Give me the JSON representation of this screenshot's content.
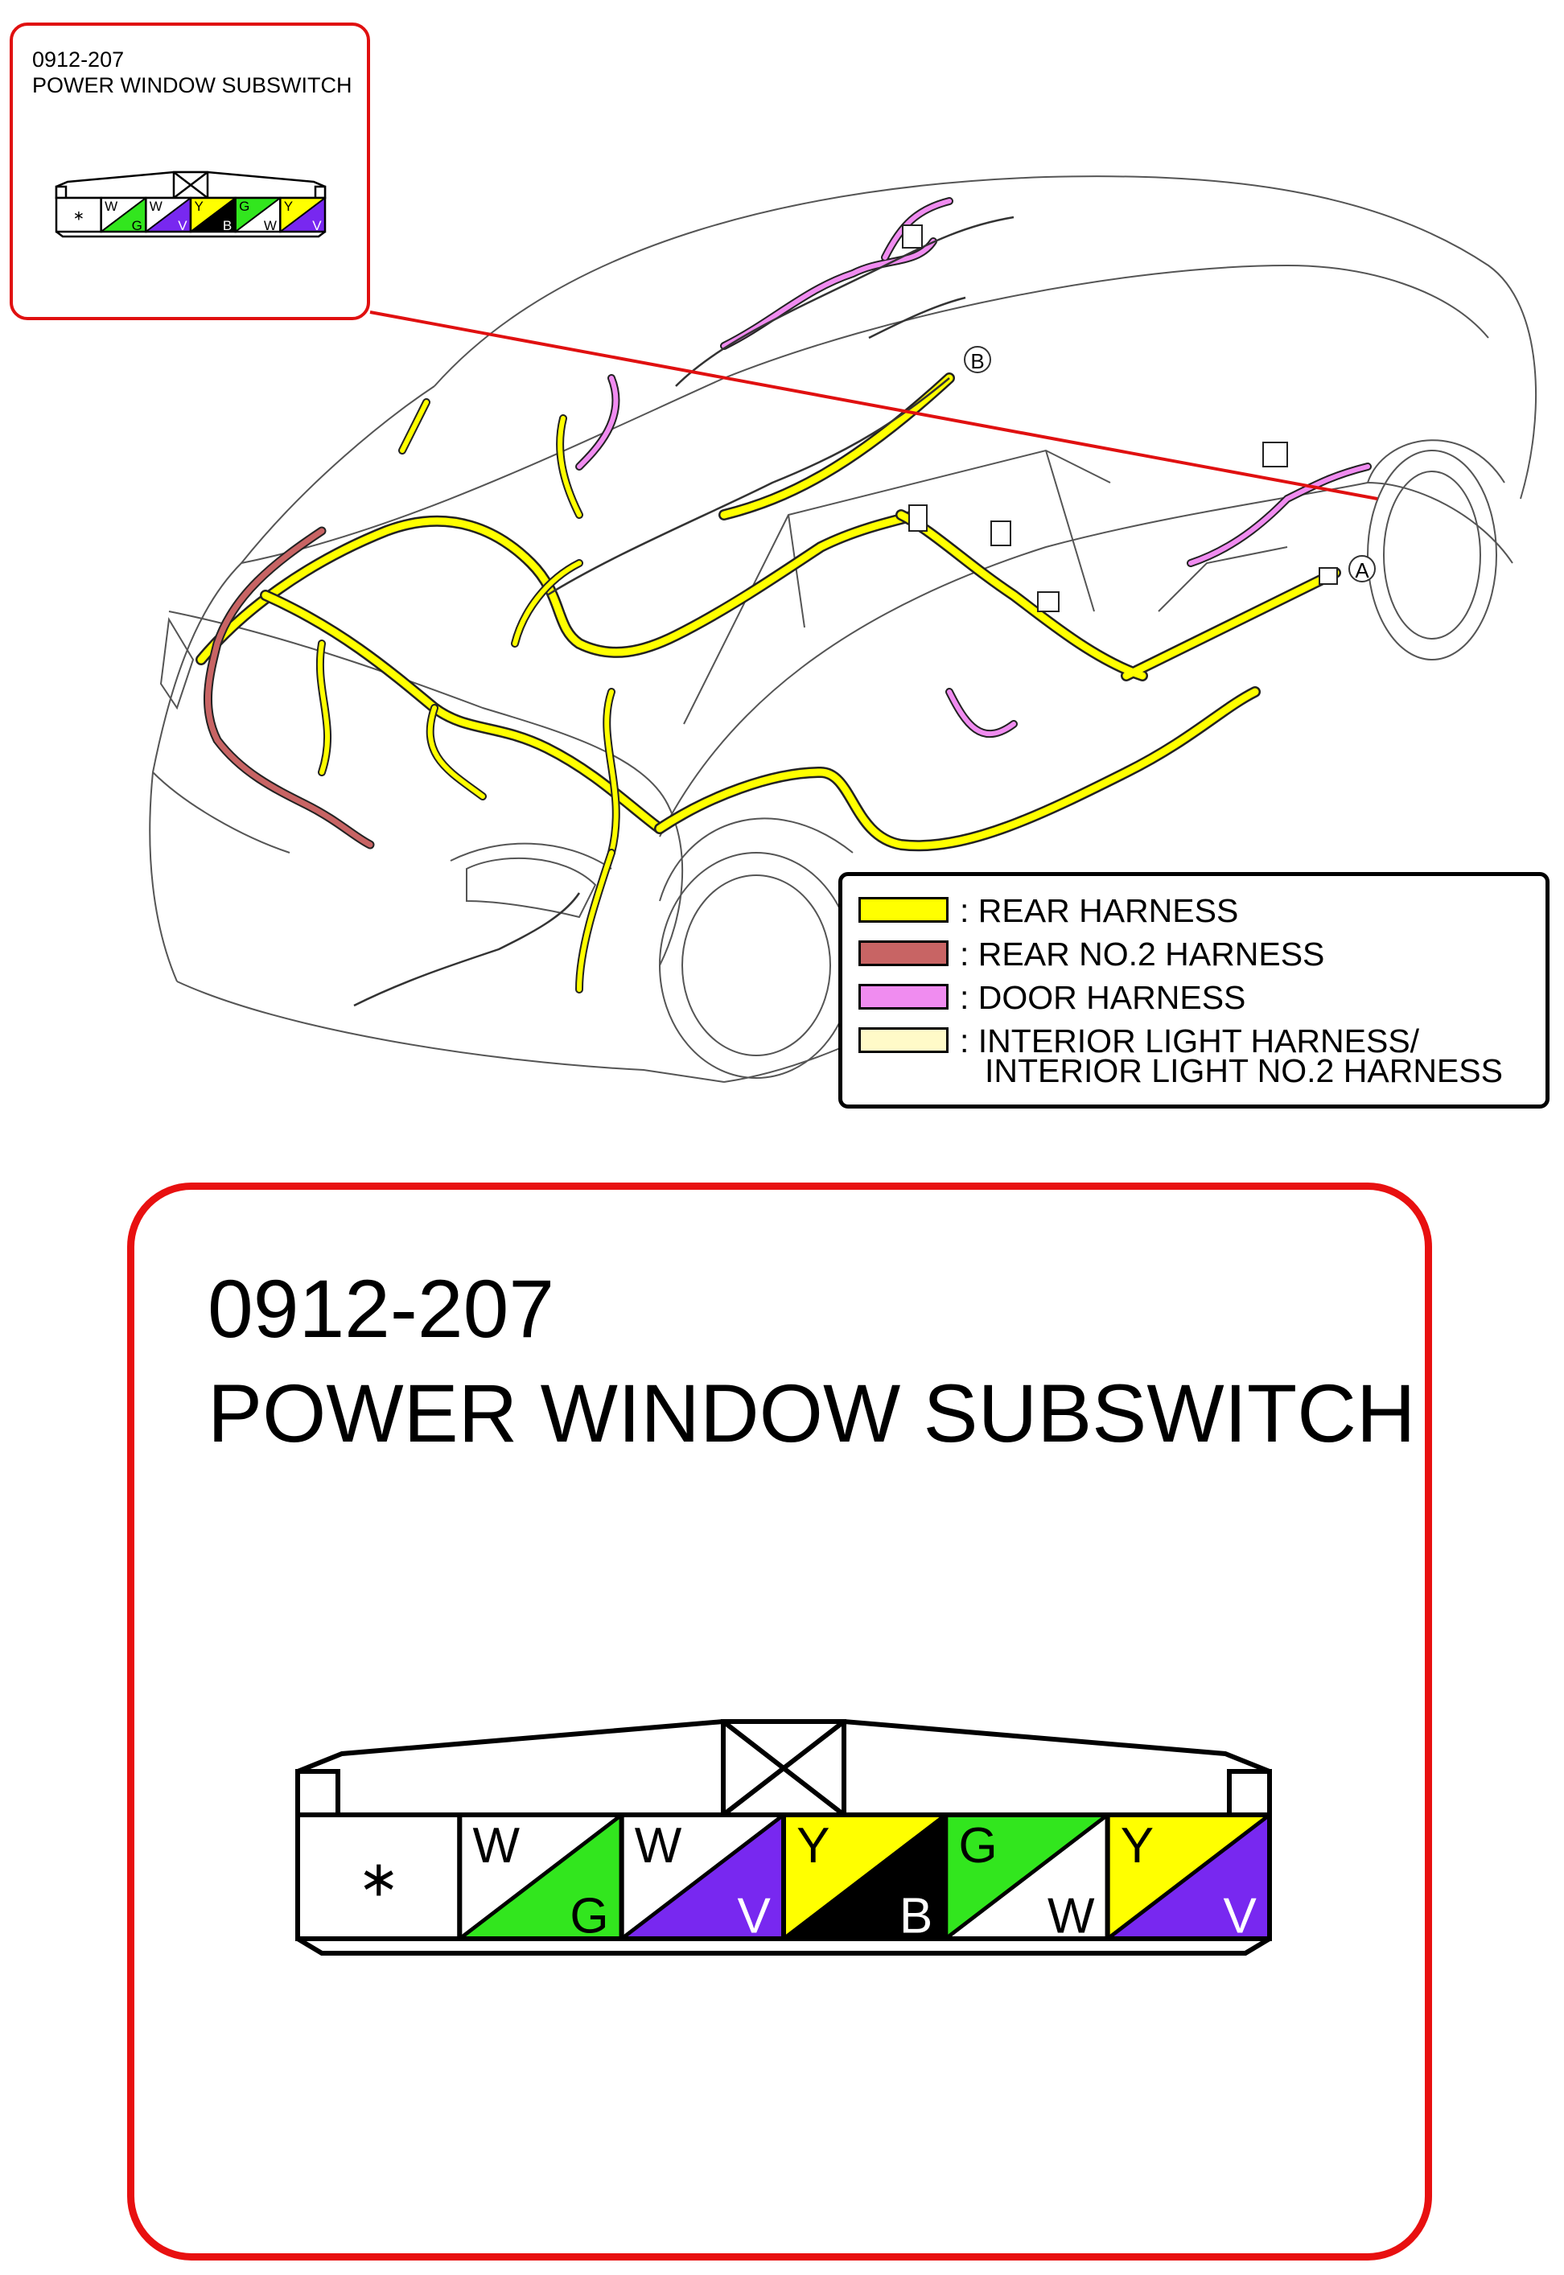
{
  "inset": {
    "code": "0912-207",
    "name": "POWER WINDOW SUBSWITCH"
  },
  "detail": {
    "code": "0912-207",
    "name": "POWER WINDOW SUBSWITCH"
  },
  "markers": {
    "a": "A",
    "b": "B"
  },
  "legend": {
    "items": [
      {
        "label": ": REAR HARNESS",
        "color": "#ffff00"
      },
      {
        "label": ": REAR NO.2 HARNESS",
        "color": "#c86464"
      },
      {
        "label": ": DOOR HARNESS",
        "color": "#f08cf0"
      },
      {
        "label": ": INTERIOR LIGHT HARNESS/",
        "color": "#fffac8"
      }
    ],
    "continuation": "INTERIOR LIGHT NO.2 HARNESS"
  },
  "connector": {
    "pins": [
      {
        "top": "∗",
        "bottom": "",
        "top_color": "#ffffff",
        "bottom_color": "#ffffff"
      },
      {
        "top": "W",
        "bottom": "G",
        "top_color": "#ffffff",
        "bottom_color": "#32e61e"
      },
      {
        "top": "W",
        "bottom": "V",
        "top_color": "#ffffff",
        "bottom_color": "#7828f0"
      },
      {
        "top": "Y",
        "bottom": "B",
        "top_color": "#ffff00",
        "bottom_color": "#000000"
      },
      {
        "top": "G",
        "bottom": "W",
        "top_color": "#32e61e",
        "bottom_color": "#ffffff"
      },
      {
        "top": "Y",
        "bottom": "V",
        "top_color": "#ffff00",
        "bottom_color": "#7828f0"
      }
    ]
  },
  "colors": {
    "frame_red": "#e01010",
    "rear_harness": "#ffff00",
    "rear_no2_harness": "#c86464",
    "door_harness": "#f08cf0",
    "interior_light_harness": "#fffac8"
  }
}
